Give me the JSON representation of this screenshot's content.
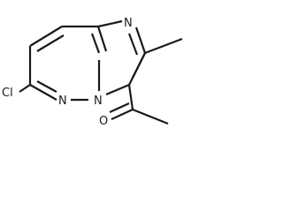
{
  "molecule": {
    "atoms": {
      "chlorine": "Cl",
      "nitrogen_imine": "N",
      "nitrogen_bridge": "N",
      "nitrogen_pyridazine": "N",
      "oxygen": "O"
    }
  }
}
